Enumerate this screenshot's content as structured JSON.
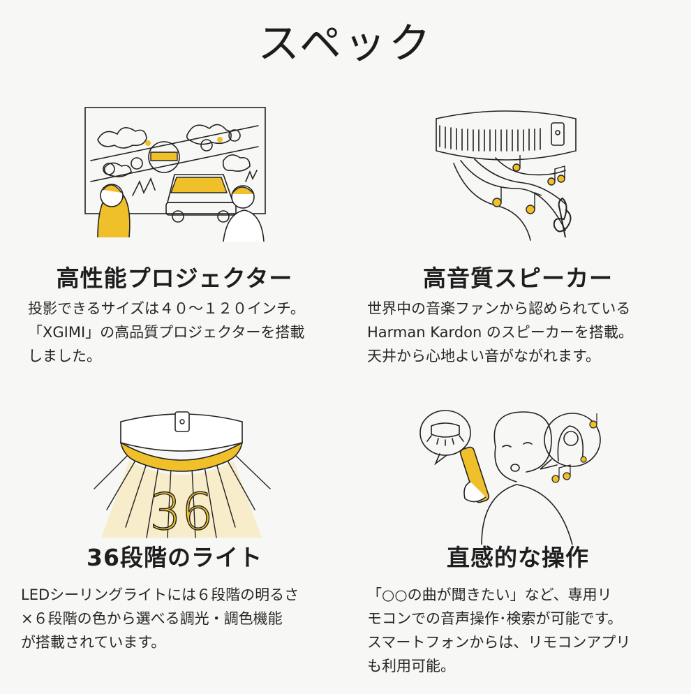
{
  "title": "スペック",
  "colors": {
    "accent": "#f0c02a",
    "ink": "#222222",
    "background": "#f7f7f6"
  },
  "features": [
    {
      "id": "projector",
      "heading": "高性能プロジェクター",
      "body": "投影できるサイズは４０〜１２０インチ。\n「XGIMI」の高品質プロジェクターを搭載\nしました。",
      "icon": "projector-screen-icon"
    },
    {
      "id": "speaker",
      "heading": "高音質スピーカー",
      "body": "世界中の音楽ファンから認められている\nHarman Kardon のスピーカーを搭載。\n天井から心地よい音がながれます。",
      "icon": "speaker-music-icon"
    },
    {
      "id": "light",
      "heading": "36段階のライト",
      "body": "LEDシーリングライトには６段階の明るさ\n×６段階の色から選べる調光・調色機能\nが搭載されています。",
      "icon": "ceiling-light-icon",
      "icon_number": "36"
    },
    {
      "id": "control",
      "heading": "直感的な操作",
      "body": "「○○の曲が聞きたい」など、専用リ\nモコンでの音声操作･検索が可能です。\nスマートフォンからは、リモコンアプリ\nも利用可能。",
      "icon": "voice-remote-icon"
    }
  ]
}
